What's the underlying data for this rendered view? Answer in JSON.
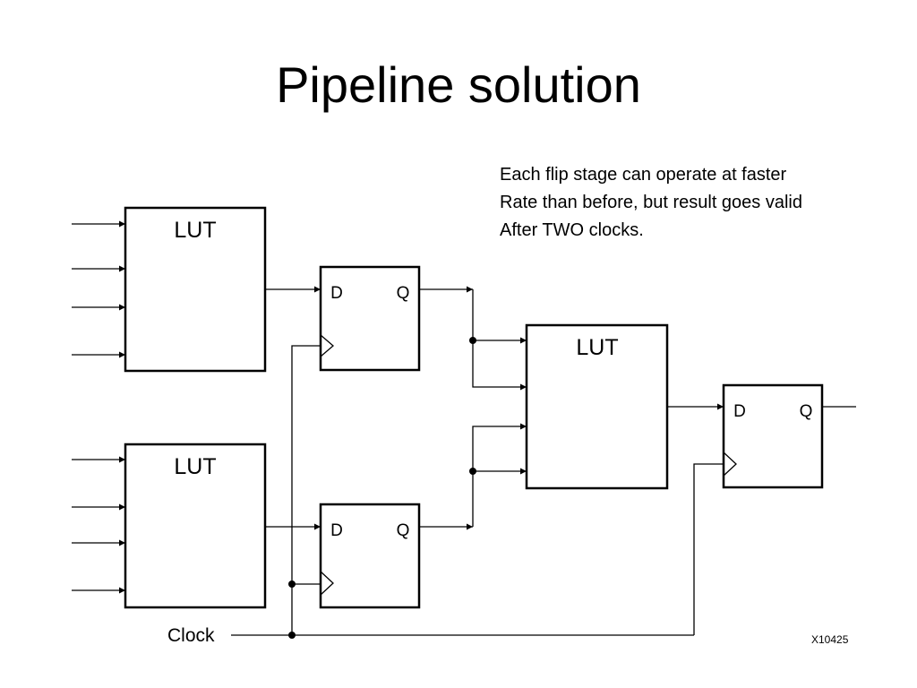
{
  "slide": {
    "title": "Pipeline solution",
    "note_lines": [
      "Each flip stage can operate at faster",
      "Rate than before, but result goes valid",
      "After TWO clocks."
    ]
  },
  "diagram": {
    "lut_label": "LUT",
    "ff_d_label": "D",
    "ff_q_label": "Q",
    "clock_label": "Clock",
    "figure_id": "X10425"
  }
}
